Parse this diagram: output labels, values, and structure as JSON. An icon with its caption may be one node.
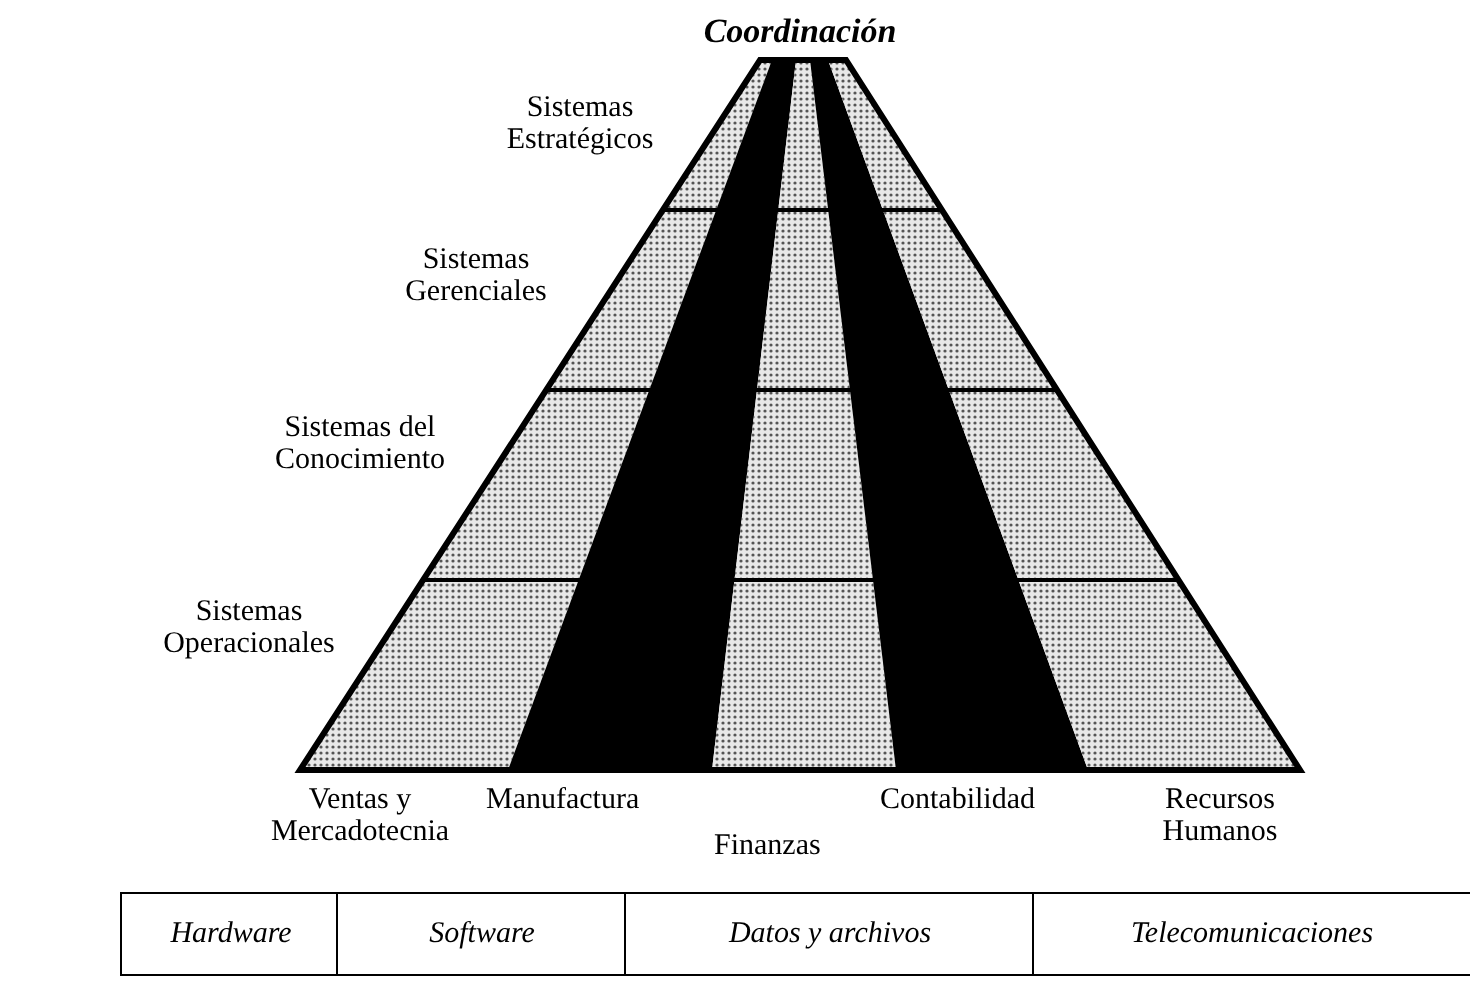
{
  "diagram": {
    "title": "Coordinación",
    "nodes": [
      {
        "text": [
          "Hardware"
        ]
      },
      {
        "text": [
          "Software"
        ]
      },
      {
        "text": [
          "Datos y archivos"
        ]
      },
      {
        "text": [
          "Telecomunicaciones"
        ]
      }
    ],
    "labels": [
      "Sistemas Estratégicos",
      "Sistemas Gerenciales",
      "Sistemas del Conocimiento",
      "Sistemas Operacionales",
      "Ventas y Mercadotecnia",
      "Manufactura",
      "Finanzas",
      "Contabilidad",
      "Recursos Humanos"
    ]
  }
}
